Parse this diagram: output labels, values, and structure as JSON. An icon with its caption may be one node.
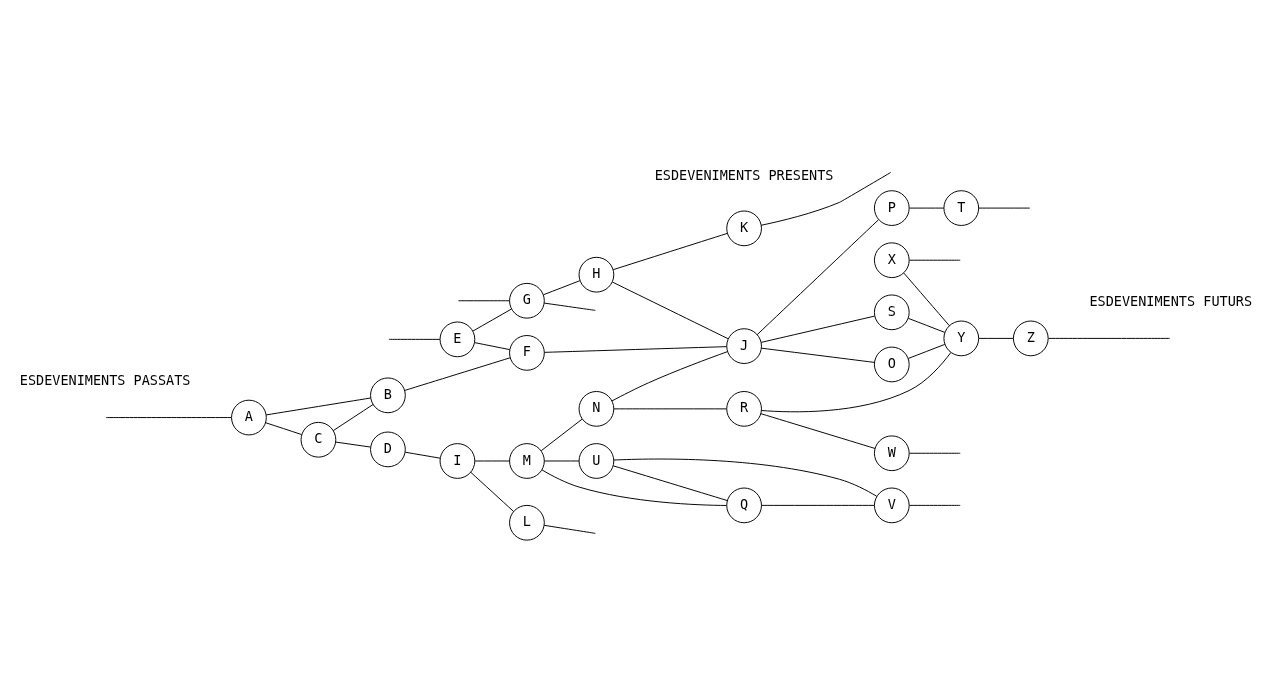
{
  "diagram": {
    "nodes": [
      {
        "text": [
          "A"
        ]
      },
      {
        "text": [
          "B"
        ]
      },
      {
        "text": [
          "C"
        ]
      },
      {
        "text": [
          "D"
        ]
      },
      {
        "text": [
          "E"
        ]
      },
      {
        "text": [
          "F"
        ]
      },
      {
        "text": [
          "G"
        ]
      },
      {
        "text": [
          "H"
        ]
      },
      {
        "text": [
          "I"
        ]
      },
      {
        "text": [
          "J"
        ]
      },
      {
        "text": [
          "K"
        ]
      },
      {
        "text": [
          "L"
        ]
      },
      {
        "text": [
          "M"
        ]
      },
      {
        "text": [
          "N"
        ]
      },
      {
        "text": [
          "O"
        ]
      },
      {
        "text": [
          "P"
        ]
      },
      {
        "text": [
          "Q"
        ]
      },
      {
        "text": [
          "R"
        ]
      },
      {
        "text": [
          "S"
        ]
      },
      {
        "text": [
          "T"
        ]
      },
      {
        "text": [
          "U"
        ]
      },
      {
        "text": [
          "V"
        ]
      },
      {
        "text": [
          "W"
        ]
      },
      {
        "text": [
          "X"
        ]
      },
      {
        "text": [
          "Y"
        ]
      },
      {
        "text": [
          "Z"
        ]
      }
    ],
    "edges": [
      {
        "from": null,
        "to": 0,
        "arrow": "none"
      },
      {
        "from": 0,
        "to": 2,
        "arrow": "none"
      },
      {
        "from": 0,
        "to": 1,
        "arrow": "none"
      },
      {
        "from": 2,
        "to": 1,
        "arrow": "none"
      },
      {
        "from": 2,
        "to": 3,
        "arrow": "none"
      },
      {
        "from": 3,
        "to": 8,
        "arrow": "none"
      },
      {
        "from": 8,
        "to": 11,
        "arrow": "none"
      },
      {
        "from": 11,
        "to": null,
        "arrow": "none"
      },
      {
        "from": 8,
        "to": 12,
        "arrow": "none"
      },
      {
        "from": 12,
        "to": 20,
        "arrow": "none"
      },
      {
        "from": 12,
        "to": 16,
        "arrow": "none"
      },
      {
        "from": 12,
        "to": 13,
        "arrow": "none"
      },
      {
        "from": 20,
        "to": 16,
        "arrow": "none"
      },
      {
        "from": 20,
        "to": 21,
        "arrow": "none"
      },
      {
        "from": 16,
        "to": 21,
        "arrow": "none"
      },
      {
        "from": 21,
        "to": null,
        "arrow": "none"
      },
      {
        "from": 17,
        "to": 22,
        "arrow": "none"
      },
      {
        "from": 22,
        "to": null,
        "arrow": "none"
      },
      {
        "from": 13,
        "to": 17,
        "arrow": "none"
      },
      {
        "from": 13,
        "to": 9,
        "arrow": "none"
      },
      {
        "from": 17,
        "to": 24,
        "arrow": "none"
      },
      {
        "from": 1,
        "to": 5,
        "arrow": "none"
      },
      {
        "from": 5,
        "to": 9,
        "arrow": "none"
      },
      {
        "from": 4,
        "to": 5,
        "arrow": "none"
      },
      {
        "from": null,
        "to": 4,
        "arrow": "none"
      },
      {
        "from": 4,
        "to": 6,
        "arrow": "none"
      },
      {
        "from": null,
        "to": 6,
        "arrow": "none"
      },
      {
        "from": 6,
        "to": 7,
        "arrow": "none"
      },
      {
        "from": 6,
        "to": null,
        "arrow": "none"
      },
      {
        "from": 7,
        "to": 9,
        "arrow": "none"
      },
      {
        "from": 7,
        "to": 10,
        "arrow": "none"
      },
      {
        "from": 10,
        "to": null,
        "arrow": "none"
      },
      {
        "from": 9,
        "to": 18,
        "arrow": "none"
      },
      {
        "from": 9,
        "to": 14,
        "arrow": "none"
      },
      {
        "from": 9,
        "to": 15,
        "arrow": "none"
      },
      {
        "from": 15,
        "to": 19,
        "arrow": "none"
      },
      {
        "from": 19,
        "to": null,
        "arrow": "none"
      },
      {
        "from": 18,
        "to": 24,
        "arrow": "none"
      },
      {
        "from": 14,
        "to": 24,
        "arrow": "none"
      },
      {
        "from": 23,
        "to": 24,
        "arrow": "none"
      },
      {
        "from": 23,
        "to": null,
        "arrow": "none"
      },
      {
        "from": 24,
        "to": 25,
        "arrow": "none"
      },
      {
        "from": 25,
        "to": null,
        "arrow": "none"
      }
    ],
    "labels": [
      "ESDEVENIMENTS PASSATS",
      "ESDEVENIMENTS PRESENTS",
      "ESDEVENIMENTS FUTURS"
    ]
  }
}
